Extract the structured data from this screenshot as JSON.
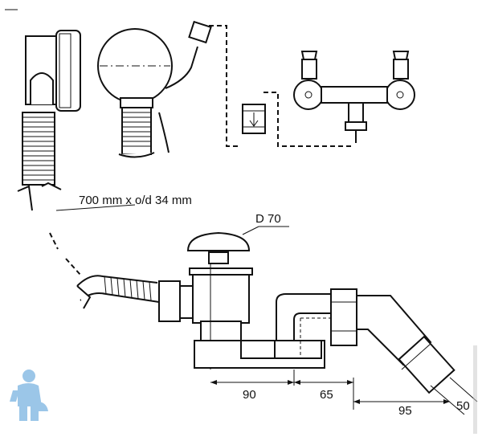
{
  "labels": {
    "hose_spec": "700 mm  x o/d 34 mm",
    "diameter": "D 70"
  },
  "dimensions": {
    "d1": "90",
    "d2": "65",
    "d3": "95",
    "d4": "50"
  },
  "colors": {
    "line": "#111111",
    "background": "#ffffff",
    "logo": "#9bc6e8",
    "watermark": "#a8a8a8"
  },
  "icons": {
    "logo": "plumber-figure-icon"
  }
}
